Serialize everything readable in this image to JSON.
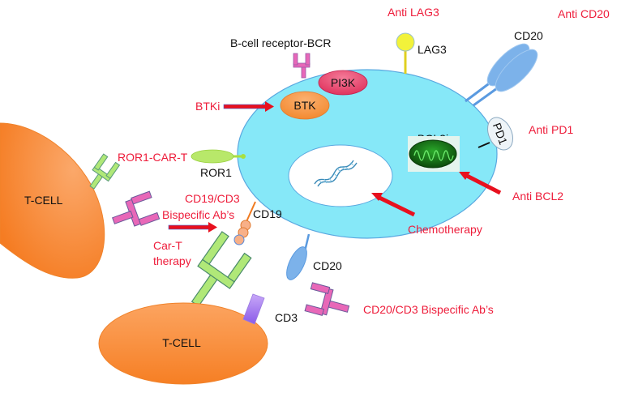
{
  "labels": {
    "anti_lag3": "Anti LAG3",
    "anti_cd20": "Anti CD20",
    "bcr": "B-cell receptor-BCR",
    "lag3": "LAG3",
    "cd20_top": "CD20",
    "pi3k": "PI3K",
    "btk": "BTK",
    "btki": "BTKi",
    "bcl2i": "BCL2i",
    "pd1": "PD1",
    "anti_pd1": "Anti PD1",
    "ror1_car_t": "ROR1-CAR-T",
    "ror1": "ROR1",
    "t_cell_left": "T-CELL",
    "cd19_cd3_line1": "CD19/CD3",
    "cd19_cd3_line2": "Bispecific Ab’s",
    "cd19": "CD19",
    "anti_bcl2": "Anti BCL2",
    "chemotherapy": "Chemotherapy",
    "car_t_line1": "Car-T",
    "car_t_line2": "therapy",
    "cd20_bottom": "CD20",
    "cd3": "CD3",
    "cd20_cd3": "CD20/CD3 Bispecific Ab’s",
    "t_cell_bottom": "T-CELL"
  },
  "colors": {
    "b_cell": "#86e8f8",
    "t_cell": "#f89548",
    "therapy_text": "#ee1c3a",
    "arrow": "#e8101e",
    "cd20": "#7cb2ea",
    "ror1": "#b8e86a",
    "lag3": "#f2f23a",
    "pi3k": "#e84872",
    "btk": "#f8983e",
    "bispecific": "#e868b8",
    "car": "#b0e878",
    "cd3": "#b088f0",
    "mitochondria": "#1a8a1a"
  }
}
